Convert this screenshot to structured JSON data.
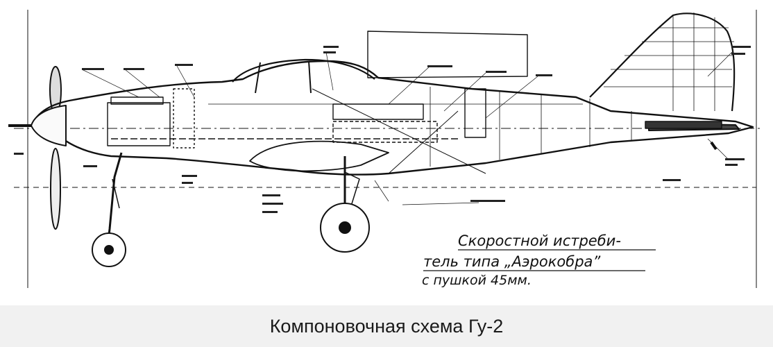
{
  "drawing": {
    "title_line1": "Скоростной истреби-",
    "title_line2": "тель типа „Аэрокобра”",
    "title_line3": "с пушкой 45мм."
  },
  "caption": "Компоновочная схема Гу-2"
}
